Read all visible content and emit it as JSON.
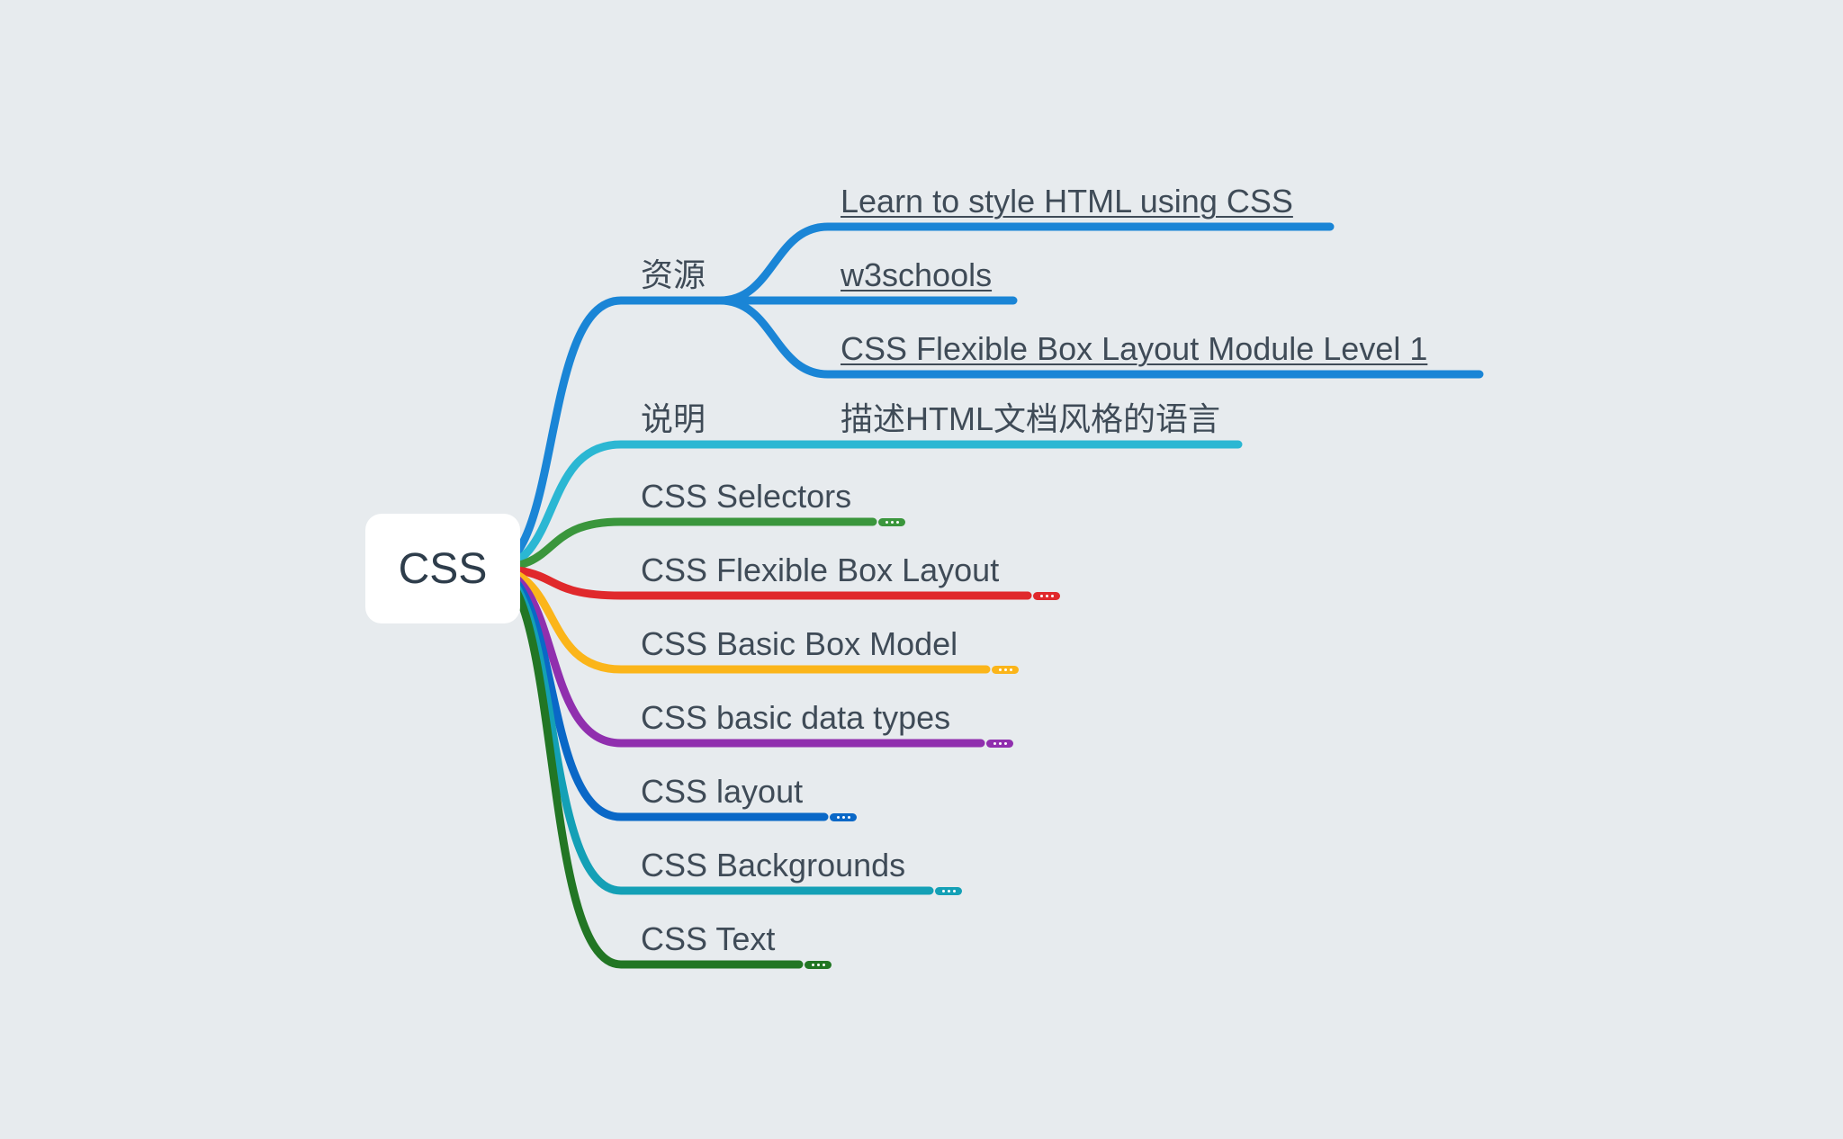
{
  "mindmap": {
    "root": {
      "label": "CSS"
    },
    "branches": [
      {
        "id": "resources",
        "label": "资源",
        "color": "#1a85d6",
        "collapsed": false,
        "children": [
          {
            "label": "Learn to style HTML using CSS",
            "link": true
          },
          {
            "label": "w3schools",
            "link": true
          },
          {
            "label": "CSS Flexible Box Layout Module Level 1",
            "link": true
          }
        ]
      },
      {
        "id": "description",
        "label": "说明",
        "color": "#2bb7d3",
        "collapsed": false,
        "children": [
          {
            "label": "描述HTML文档风格的语言",
            "link": false
          }
        ]
      },
      {
        "id": "selectors",
        "label": "CSS Selectors",
        "color": "#3a963c",
        "collapsed": true
      },
      {
        "id": "flexbox",
        "label": "CSS Flexible Box Layout",
        "color": "#e0292c",
        "collapsed": true
      },
      {
        "id": "box-model",
        "label": "CSS Basic Box Model",
        "color": "#fbb51a",
        "collapsed": true
      },
      {
        "id": "data-types",
        "label": "CSS basic data types",
        "color": "#902fae",
        "collapsed": true
      },
      {
        "id": "layout",
        "label": "CSS layout",
        "color": "#0a68c7",
        "collapsed": true
      },
      {
        "id": "backgrounds",
        "label": "CSS Backgrounds",
        "color": "#14a0b6",
        "collapsed": true
      },
      {
        "id": "text",
        "label": "CSS Text",
        "color": "#227624",
        "collapsed": true
      }
    ]
  }
}
